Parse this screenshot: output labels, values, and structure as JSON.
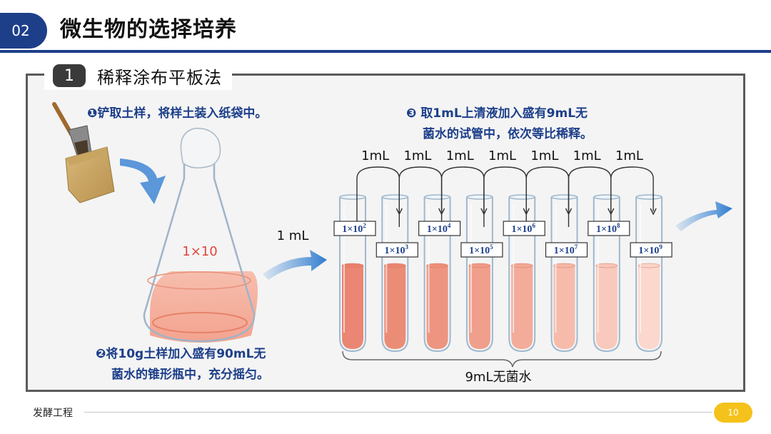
{
  "header": {
    "section_number": "02",
    "title": "微生物的选择培养"
  },
  "section": {
    "number": "1",
    "title": "稀释涂布平板法"
  },
  "steps": {
    "step1": "❶铲取土样，将样土装入纸袋中。",
    "step2_line1": "❷将10g土样加入盛有90mL无",
    "step2_line2": "菌水的锥形瓶中，充分摇匀。",
    "step3_line1": "❸ 取1mL上清液加入盛有9mL无",
    "step3_line2": "菌水的试管中，依次等比稀释。"
  },
  "flask_label": "1×10",
  "transfer_first": "1 mL",
  "transfer_labels": [
    "1mL",
    "1mL",
    "1mL",
    "1mL",
    "1mL",
    "1mL",
    "1mL"
  ],
  "tube_labels": [
    {
      "base": "1×10",
      "exp": "2"
    },
    {
      "base": "1×10",
      "exp": "3"
    },
    {
      "base": "1×10",
      "exp": "4"
    },
    {
      "base": "1×10",
      "exp": "5"
    },
    {
      "base": "1×10",
      "exp": "6"
    },
    {
      "base": "1×10",
      "exp": "7"
    },
    {
      "base": "1×10",
      "exp": "8"
    },
    {
      "base": "1×10",
      "exp": "9"
    }
  ],
  "tube_colors": [
    "#e9806b",
    "#ea8670",
    "#ec8f79",
    "#ef9a86",
    "#f2a895",
    "#f5b7a6",
    "#f8c6b8",
    "#fbd5ca"
  ],
  "brace_label": "9mL无菌水",
  "footer": {
    "course": "发酵工程",
    "page": "10"
  }
}
